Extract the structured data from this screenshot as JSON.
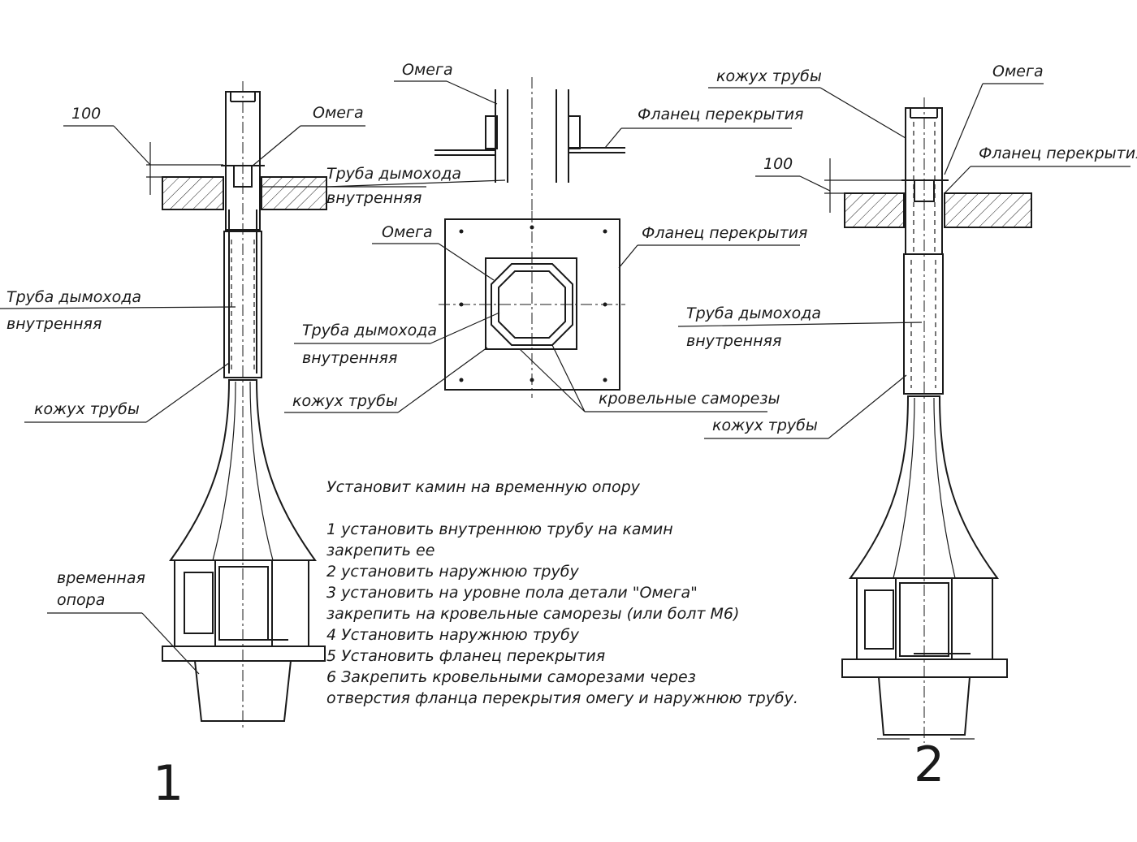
{
  "labels": {
    "omega": "Омега",
    "flange": "Фланец перекрытия",
    "pipe_line1": "Труба дымохода",
    "pipe_line2": "внутренняя",
    "casing": "кожух трубы",
    "screws": "кровельные саморезы",
    "temp_support_line1": "временная",
    "temp_support_line2": "опора",
    "dimension": "100"
  },
  "instructions": {
    "title": "Установит камин на временную опору",
    "steps": [
      "1 установить внутреннюю трубу на камин",
      "закрепить ее",
      "2 установить наружнюю трубу",
      "3 установить на уровне пола  детали \"Омега\"",
      "закрепить на кровельные саморезы (или болт М6)",
      "4 Установить наружнюю трубу",
      "5 Установить фланец перекрытия",
      "6 Закрепить кровельными саморезами через",
      "отверстия фланца перекрытия омегу и наружнюю трубу."
    ]
  },
  "figures": {
    "fig1": "1",
    "fig2": "2"
  }
}
